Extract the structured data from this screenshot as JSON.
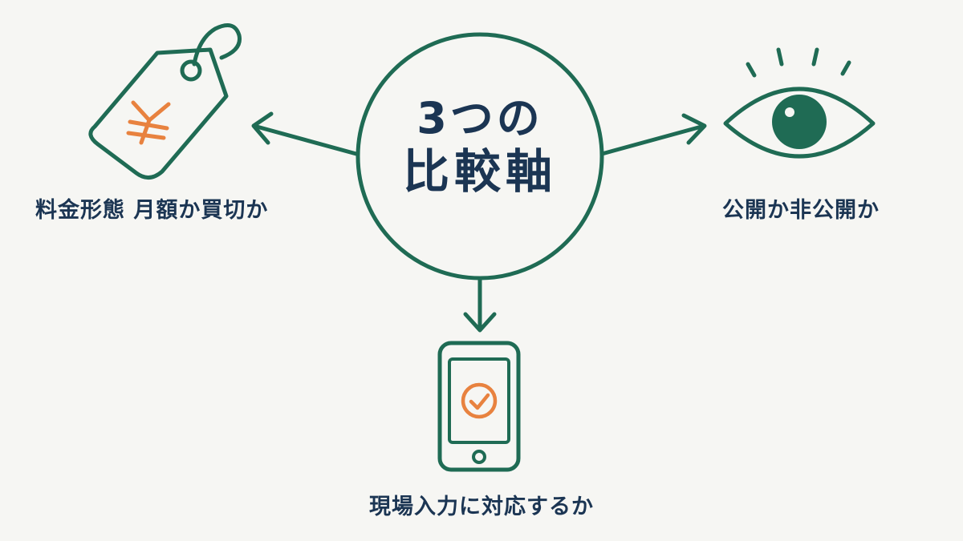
{
  "center": {
    "line1": "3つの",
    "line2": "比較軸"
  },
  "axes": [
    {
      "label": "料金形態 月額か買切か",
      "icon": "price-tag-icon",
      "icon_mark": "¥"
    },
    {
      "label": "公開か非公開か",
      "icon": "eye-icon"
    },
    {
      "label": "現場入力に対応するか",
      "icon": "smartphone-check-icon"
    }
  ],
  "colors": {
    "background": "#f6f6f3",
    "stroke": "#1f6b54",
    "text": "#1b3553",
    "accent": "#e8823f"
  }
}
